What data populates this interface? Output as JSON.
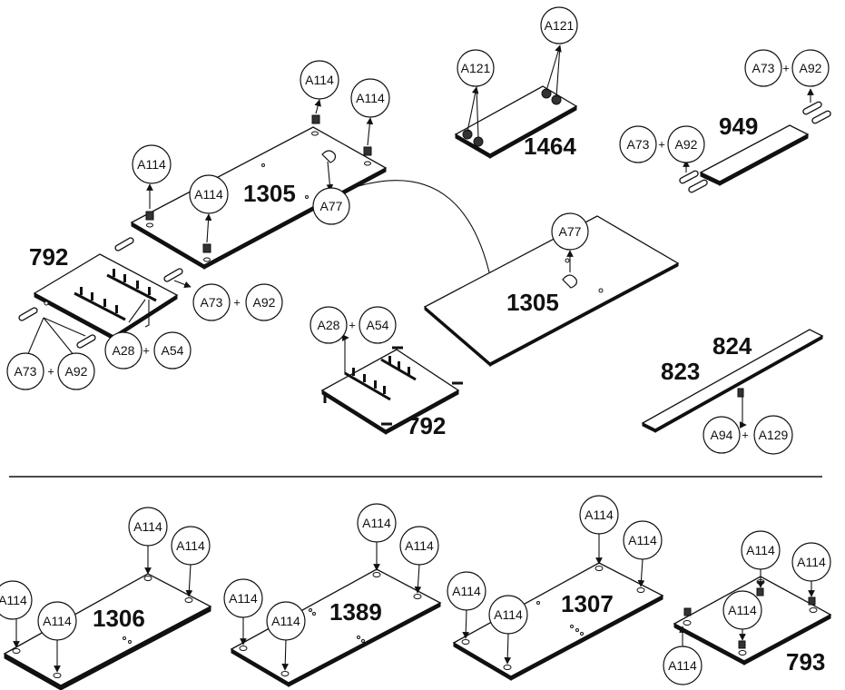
{
  "parts": {
    "p1305_top": "1305",
    "p1305_right": "1305",
    "p792_left": "792",
    "p792_center": "792",
    "p1464": "1464",
    "p949": "949",
    "p823": "823",
    "p824": "824",
    "p1306": "1306",
    "p1389": "1389",
    "p1307": "1307",
    "p793": "793"
  },
  "labels": {
    "a114": "A114",
    "a77": "A77",
    "a73": "A73",
    "a92": "A92",
    "a28": "A28",
    "a54": "A54",
    "a121": "A121",
    "a94": "A94",
    "a129": "A129",
    "plus": "+"
  }
}
